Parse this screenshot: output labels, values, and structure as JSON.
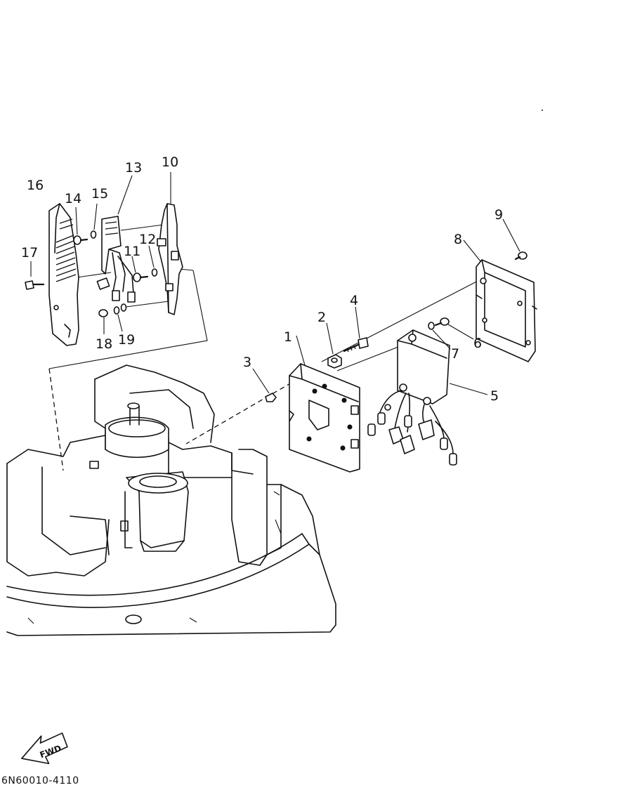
{
  "diagram": {
    "drawing_code": "6N60010-4110",
    "direction_label": "FWD",
    "callouts": [
      {
        "id": "c1",
        "label": "1"
      },
      {
        "id": "c2",
        "label": "2"
      },
      {
        "id": "c3",
        "label": "3"
      },
      {
        "id": "c4",
        "label": "4"
      },
      {
        "id": "c5",
        "label": "5"
      },
      {
        "id": "c6",
        "label": "6"
      },
      {
        "id": "c7",
        "label": "7"
      },
      {
        "id": "c8",
        "label": "8"
      },
      {
        "id": "c9",
        "label": "9"
      },
      {
        "id": "c10",
        "label": "10"
      },
      {
        "id": "c11",
        "label": "11"
      },
      {
        "id": "c12",
        "label": "12"
      },
      {
        "id": "c13",
        "label": "13"
      },
      {
        "id": "c14",
        "label": "14"
      },
      {
        "id": "c15",
        "label": "15"
      },
      {
        "id": "c16",
        "label": "16"
      },
      {
        "id": "c17",
        "label": "17"
      },
      {
        "id": "c18",
        "label": "18"
      },
      {
        "id": "c19",
        "label": "19"
      }
    ]
  }
}
